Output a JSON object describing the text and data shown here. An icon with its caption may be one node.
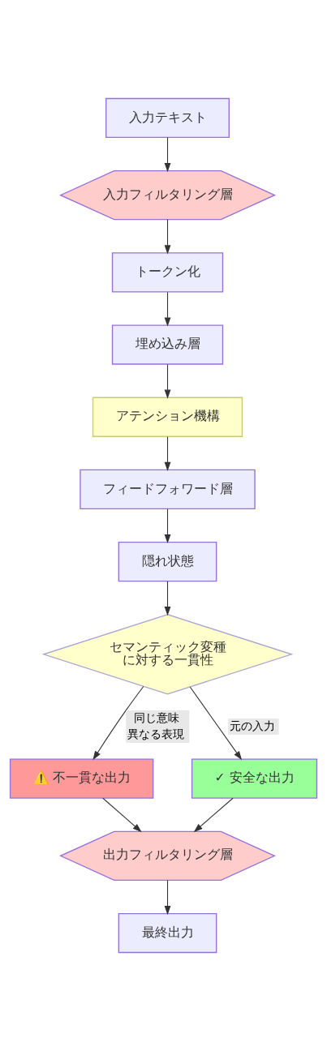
{
  "diagram": {
    "nodes": [
      {
        "text": [
          "入力テキスト"
        ]
      },
      {
        "text": [
          "入力フィルタリング層"
        ]
      },
      {
        "text": [
          "トークン化"
        ]
      },
      {
        "text": [
          "埋め込み層"
        ]
      },
      {
        "text": [
          "アテンション機構"
        ]
      },
      {
        "text": [
          "フィードフォワード層"
        ]
      },
      {
        "text": [
          "隠れ状態"
        ]
      },
      {
        "text": [
          "セマンティック変種に対する一貫性"
        ]
      },
      {
        "text": [
          "⚠️ 不一貫な出力"
        ]
      },
      {
        "text": [
          "✓ 安全な出力"
        ]
      },
      {
        "text": [
          "出力フィルタリング層"
        ]
      },
      {
        "text": [
          "最終出力"
        ]
      }
    ],
    "edges": [
      {
        "from": 0,
        "to": 1,
        "arrow": "to"
      },
      {
        "from": 1,
        "to": 2,
        "arrow": "to"
      },
      {
        "from": 2,
        "to": 3,
        "arrow": "to"
      },
      {
        "from": 3,
        "to": 4,
        "arrow": "to"
      },
      {
        "from": 4,
        "to": 5,
        "arrow": "to"
      },
      {
        "from": 5,
        "to": 6,
        "arrow": "to"
      },
      {
        "from": 6,
        "to": 7,
        "arrow": "to"
      },
      {
        "from": 7,
        "to": 8,
        "label": "同じ意味異なる表現",
        "arrow": "to"
      },
      {
        "from": 7,
        "to": 9,
        "label": "元の入力",
        "arrow": "to"
      },
      {
        "from": 8,
        "to": 10,
        "arrow": "to"
      },
      {
        "from": 9,
        "to": 10,
        "arrow": "to"
      },
      {
        "from": 10,
        "to": 11,
        "arrow": "to"
      }
    ]
  }
}
